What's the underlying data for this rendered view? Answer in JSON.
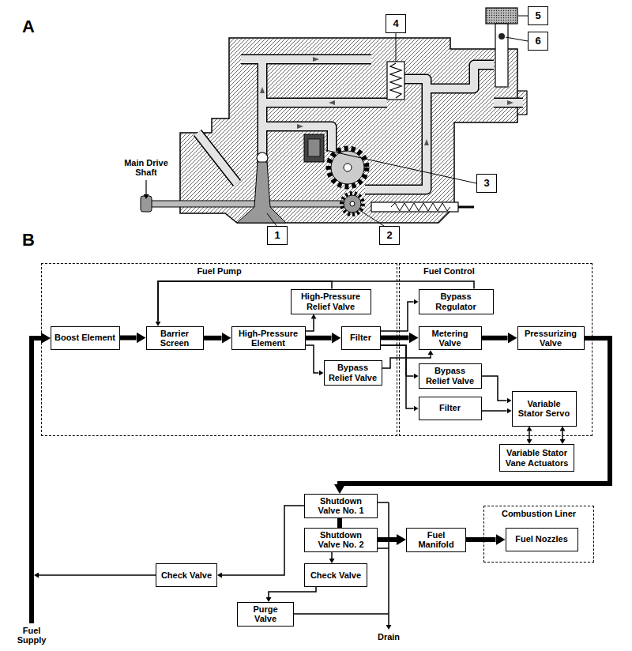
{
  "diagram": {
    "nodes": [
      {
        "text": [
          "Fuel Pump"
        ]
      },
      {
        "text": [
          "High-Pressure Relief Valve"
        ],
        "in": 0
      },
      {
        "text": [
          "Boost Element"
        ],
        "in": 0
      },
      {
        "text": [
          "Barrier Screen"
        ],
        "in": 0
      },
      {
        "text": [
          "High-Pressure Element"
        ],
        "in": 0
      },
      {
        "text": [
          "Filter"
        ],
        "in": 0
      },
      {
        "text": [
          "Bypass Relief Valve"
        ],
        "in": 0
      },
      {
        "text": [
          "Fuel Control"
        ]
      },
      {
        "text": [
          "Bypass Regulator"
        ],
        "in": 7
      },
      {
        "text": [
          "Metering Valve"
        ],
        "in": 7
      },
      {
        "text": [
          "Pressurizing Valve"
        ],
        "in": 7
      },
      {
        "text": [
          "Bypass Relief Valve"
        ],
        "in": 7
      },
      {
        "text": [
          "Filter"
        ],
        "in": 7
      },
      {
        "text": [
          "Variable Stator Servo"
        ],
        "in": 7
      },
      {
        "text": [
          "Variable Stator Vane Actuators"
        ]
      },
      {
        "text": [
          "Shutdown Valve No. 1"
        ]
      },
      {
        "text": [
          "Shutdown Valve No. 2"
        ]
      },
      {
        "text": [
          "Fuel Manifold"
        ]
      },
      {
        "text": [
          "Combustion Liner"
        ]
      },
      {
        "text": [
          "Fuel Nozzles"
        ],
        "in": 18
      },
      {
        "text": [
          "Check Valve"
        ]
      },
      {
        "text": [
          "Check Valve"
        ]
      },
      {
        "text": [
          "Purge Valve"
        ]
      }
    ],
    "edges": [
      {
        "from": 2,
        "to": 3,
        "arrow": "to"
      },
      {
        "from": 3,
        "to": 4,
        "arrow": "to"
      },
      {
        "from": 4,
        "to": 5,
        "arrow": "to"
      },
      {
        "from": 5,
        "to": 9,
        "arrow": "to"
      },
      {
        "from": 9,
        "to": 10,
        "arrow": "to"
      },
      {
        "from": 10,
        "to": 15,
        "arrow": "to"
      },
      {
        "from": 15,
        "to": 16,
        "arrow": "none"
      },
      {
        "from": 16,
        "to": 17,
        "arrow": "to"
      },
      {
        "from": 17,
        "to": 19,
        "arrow": "to"
      },
      {
        "from": 4,
        "to": 1,
        "arrow": "to"
      },
      {
        "from": 1,
        "to": 3,
        "arrow": "to"
      },
      {
        "from": 4,
        "to": 6,
        "arrow": "to"
      },
      {
        "from": 6,
        "to": 9,
        "arrow": "to"
      },
      {
        "from": 5,
        "to": 8,
        "arrow": "to"
      },
      {
        "from": 8,
        "to": 3,
        "arrow": "to"
      },
      {
        "from": 5,
        "to": 11,
        "arrow": "to"
      },
      {
        "from": 5,
        "to": 12,
        "arrow": "to"
      },
      {
        "from": 11,
        "to": 13,
        "arrow": "to"
      },
      {
        "from": 12,
        "to": 13,
        "arrow": "to"
      },
      {
        "from": 13,
        "to": 14,
        "arrow": "both"
      },
      {
        "from": 13,
        "to": 14,
        "arrow": "both"
      },
      {
        "from": 15,
        "to": 20,
        "arrow": "to"
      },
      {
        "from": 16,
        "to": 21,
        "arrow": "to"
      },
      {
        "from": 21,
        "to": 22,
        "arrow": "to"
      }
    ],
    "labels": [
      "A",
      "Main Drive Shaft",
      "4",
      "5",
      "6",
      "3",
      "1",
      "2",
      "B",
      "Fuel Supply",
      "Drain"
    ]
  }
}
